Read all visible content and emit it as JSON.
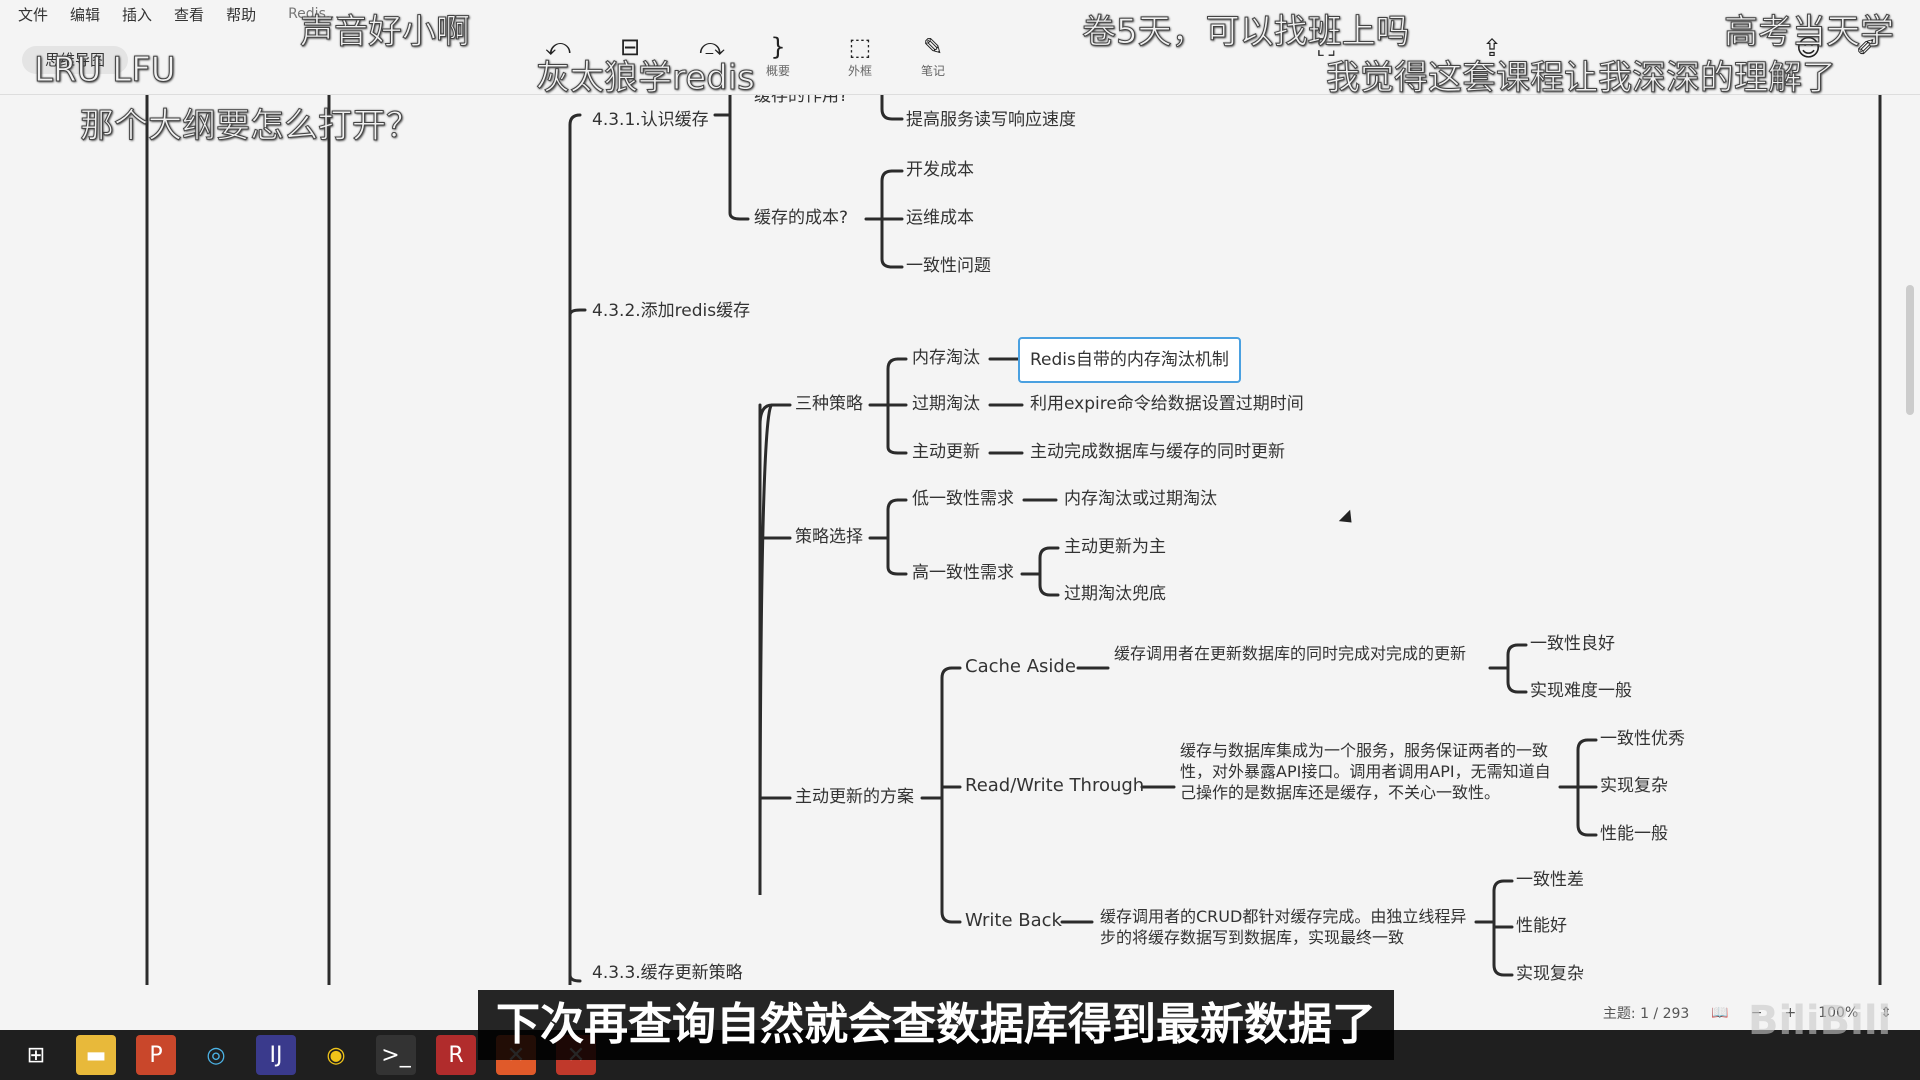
{
  "menu": [
    "文件",
    "编辑",
    "插入",
    "查看",
    "帮助"
  ],
  "window_title": "Redis...",
  "toolbar": {
    "mode_label": "思维导图",
    "tools": [
      {
        "icon": "⤺",
        "label": ""
      },
      {
        "icon": "⊟",
        "label": ""
      },
      {
        "icon": "⤼",
        "label": ""
      },
      {
        "icon": "}",
        "label": "概要"
      },
      {
        "icon": "⬚",
        "label": "外框"
      },
      {
        "icon": "✎",
        "label": "笔记"
      }
    ]
  },
  "mindmap": {
    "n431": "4.3.1.认识缓存",
    "cache_role": "缓存的作用?",
    "improve_speed": "提高服务读写响应速度",
    "cache_cost": "缓存的成本?",
    "dev_cost": "开发成本",
    "ops_cost": "运维成本",
    "consistency_issue": "一致性问题",
    "n432": "4.3.2.添加redis缓存",
    "three_strategies": "三种策略",
    "mem_evict": "内存淘汰",
    "mem_evict_desc": "Redis自带的内存淘汰机制",
    "expire_evict": "过期淘汰",
    "expire_evict_desc": "利用expire命令给数据设置过期时间",
    "active_update": "主动更新",
    "active_update_desc": "主动完成数据库与缓存的同时更新",
    "strategy_choice": "策略选择",
    "low_consistency": "低一致性需求",
    "low_consistency_desc": "内存淘汰或过期淘汰",
    "high_consistency": "高一致性需求",
    "high_active_main": "主动更新为主",
    "high_expire_fallback": "过期淘汰兜底",
    "active_update_plans": "主动更新的方案",
    "cache_aside": "Cache Aside",
    "cache_aside_desc": "缓存调用者在更新数据库的同时完成对完成的更新",
    "ca_good_consistency": "一致性良好",
    "ca_impl_difficulty": "实现难度一般",
    "rw_through": "Read/Write Through",
    "rw_through_desc": "缓存与数据库集成为一个服务，服务保证两者的一致性，对外暴露API接口。调用者调用API，无需知道自己操作的是数据库还是缓存，不关心一致性。",
    "rw_excellent_consistency": "一致性优秀",
    "rw_complex_impl": "实现复杂",
    "rw_avg_perf": "性能一般",
    "write_back": "Write Back",
    "write_back_desc": "缓存调用者的CRUD都针对缓存完成。由独立线程异步的将缓存数据写到数据库，实现最终一致",
    "wb_poor_consistency": "一致性差",
    "wb_good_perf": "性能好",
    "wb_complex_impl": "实现复杂",
    "n433": "4.3.3.缓存更新策略"
  },
  "status": {
    "topic_count": "主题: 1 / 293",
    "zoom": "100%"
  },
  "danmaku": [
    "声音好小啊",
    "卷5天，可以找班上吗",
    "高考当天学",
    "LRU LFU",
    "灰太狼学redis",
    "我觉得这套课程让我深深的理解了",
    "那个大纲要怎么打开？"
  ],
  "subtitle": "下次再查询自然就会查数据库得到最新数据了",
  "watermark": "BiliBili"
}
